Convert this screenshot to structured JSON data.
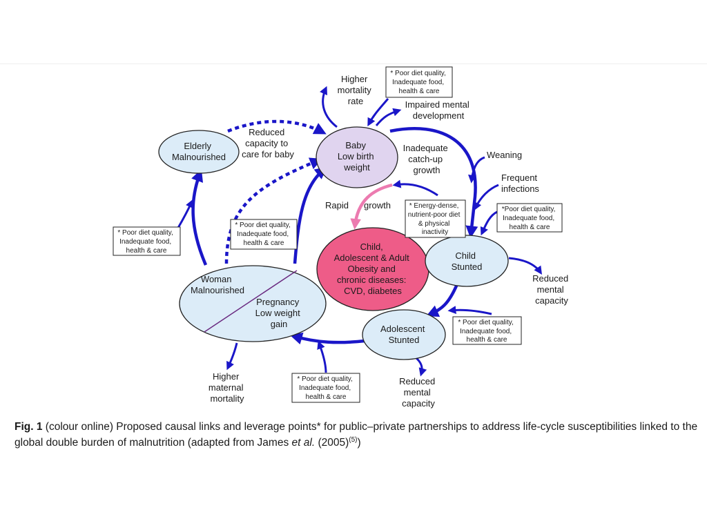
{
  "colors": {
    "arrow": "#1a16c8",
    "pink_arrow": "#ec7bb0",
    "light_blue": "#dcecf8",
    "lavender": "#e0d4ef",
    "obesity_pink": "#ee5c88",
    "divider": "#6a2a80"
  },
  "nodes": {
    "elderly": [
      "Elderly",
      "Malnourished"
    ],
    "baby": [
      "Baby",
      "Low birth",
      "weight"
    ],
    "obesity": [
      "Child,",
      "Adolescent & Adult",
      "Obesity and",
      "chronic diseases:",
      "CVD, diabetes"
    ],
    "child": [
      "Child",
      "Stunted"
    ],
    "adolescent": [
      "Adolescent",
      "Stunted"
    ],
    "woman": [
      "Woman",
      "Malnourished"
    ],
    "pregnancy": [
      "Pregnancy",
      "Low weight",
      "gain"
    ]
  },
  "labels": {
    "higher_mortality": [
      "Higher",
      "mortality",
      "rate"
    ],
    "impaired_mental": [
      "Impaired mental",
      "development"
    ],
    "reduced_capacity": [
      "Reduced",
      "capacity to",
      "care for baby"
    ],
    "catch_up": [
      "Inadequate",
      "catch-up",
      "growth"
    ],
    "weaning": "Weaning",
    "frequent_infections": [
      "Frequent",
      "infections"
    ],
    "rapid": "Rapid",
    "growth": "growth",
    "reduced_mental_child": [
      "Reduced",
      "mental",
      "capacity"
    ],
    "reduced_mental_adolescent": [
      "Reduced",
      "mental",
      "capacity"
    ],
    "higher_maternal": [
      "Higher",
      "maternal",
      "mortality"
    ]
  },
  "boxes": {
    "poor_diet": [
      "* Poor diet quality,",
      "Inadequate food,",
      "health & care"
    ],
    "poor_diet_nospace": [
      "*Poor diet quality,",
      "Inadequate food,",
      "health & care"
    ],
    "energy_dense": [
      "* Energy-dense,",
      "nutrient-poor diet",
      "& physical",
      "inactivity"
    ]
  },
  "caption": {
    "fig": "Fig. 1",
    "text_1": " (colour online) Proposed causal links and leverage points* for public–private partnerships to address life-cycle susceptibilities linked to the global double burden of malnutrition (adapted from James ",
    "et_al": "et al.",
    "text_2": " (2005)",
    "sup": "(5)",
    "text_3": ")"
  }
}
